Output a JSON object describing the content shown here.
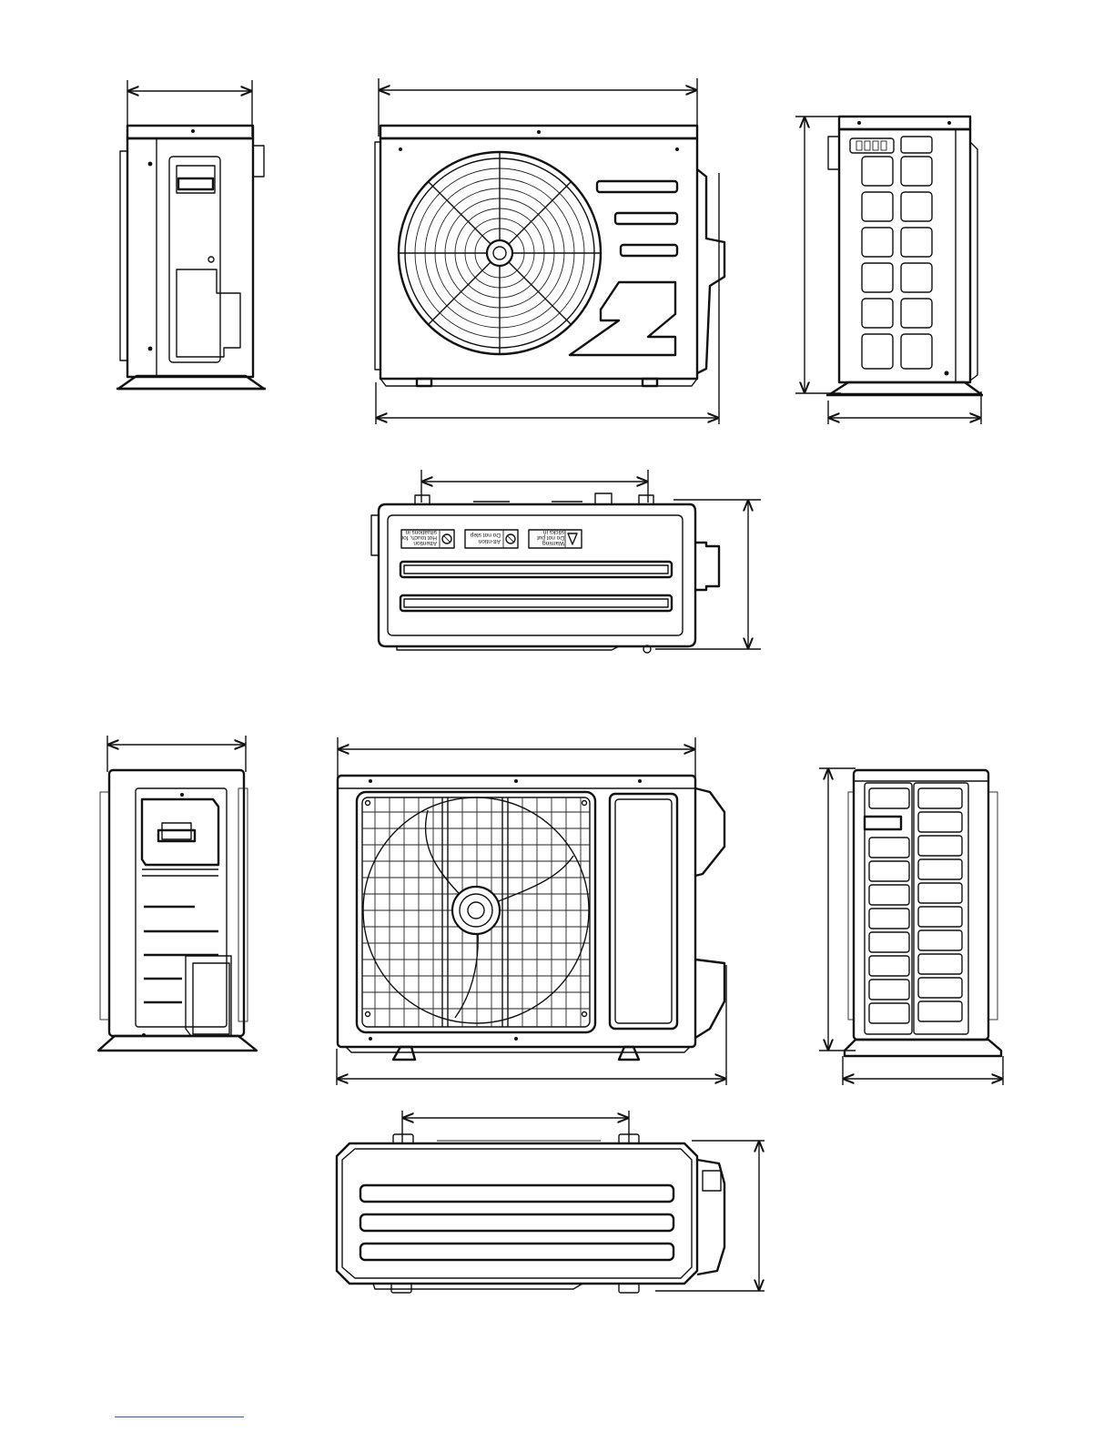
{
  "drawing": {
    "unit_a": {
      "warning_labels": [
        {
          "icon": "warning-triangle-icon",
          "lines": [
            "Warning",
            "Do not put",
            "sticks in"
          ]
        },
        {
          "icon": "warning-triangle-icon",
          "lines": [
            "Att-ntion",
            "Do not step"
          ]
        },
        {
          "icon": "warning-triangle-icon",
          "lines": [
            "Attention",
            "Hot touch, for",
            "situations in"
          ]
        }
      ]
    }
  },
  "colors": {
    "line": "#111111",
    "background": "#ffffff",
    "footer_rule": "#3a5ab8"
  }
}
